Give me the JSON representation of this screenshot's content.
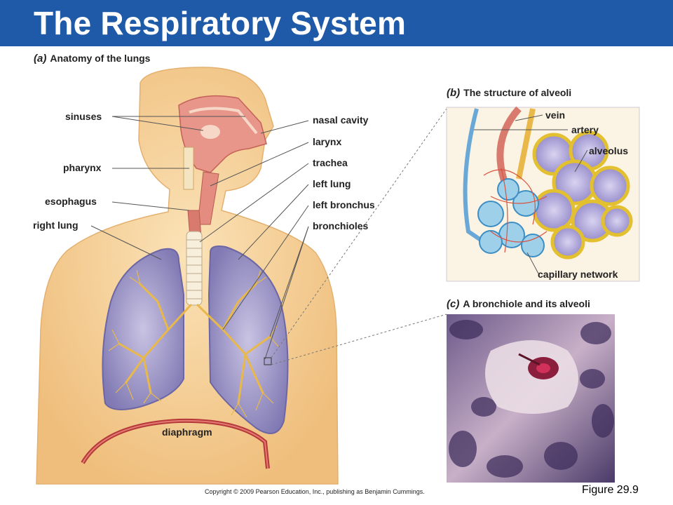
{
  "title": "The Respiratory System",
  "panels": {
    "a": {
      "letter": "(a)",
      "caption": "Anatomy of the lungs"
    },
    "b": {
      "letter": "(b)",
      "caption": "The structure of alveoli"
    },
    "c": {
      "letter": "(c)",
      "caption": "A bronchiole and its alveoli"
    }
  },
  "labels_left": [
    "sinuses",
    "pharynx",
    "esophagus",
    "right lung"
  ],
  "labels_right": [
    "nasal cavity",
    "larynx",
    "trachea",
    "left lung",
    "left bronchus",
    "bronchioles"
  ],
  "label_diaphragm": "diaphragm",
  "labels_alveoli": [
    "vein",
    "artery",
    "alveolus",
    "capillary network"
  ],
  "copyright": "Copyright © 2009 Pearson Education, Inc., publishing as Benjamin Cummings.",
  "figure": "Figure 29.9",
  "colors": {
    "title_bar": "#1e5aa8",
    "skin": "#f3c98e",
    "lung": "#9a92c4",
    "airway": "#d96a5e"
  }
}
